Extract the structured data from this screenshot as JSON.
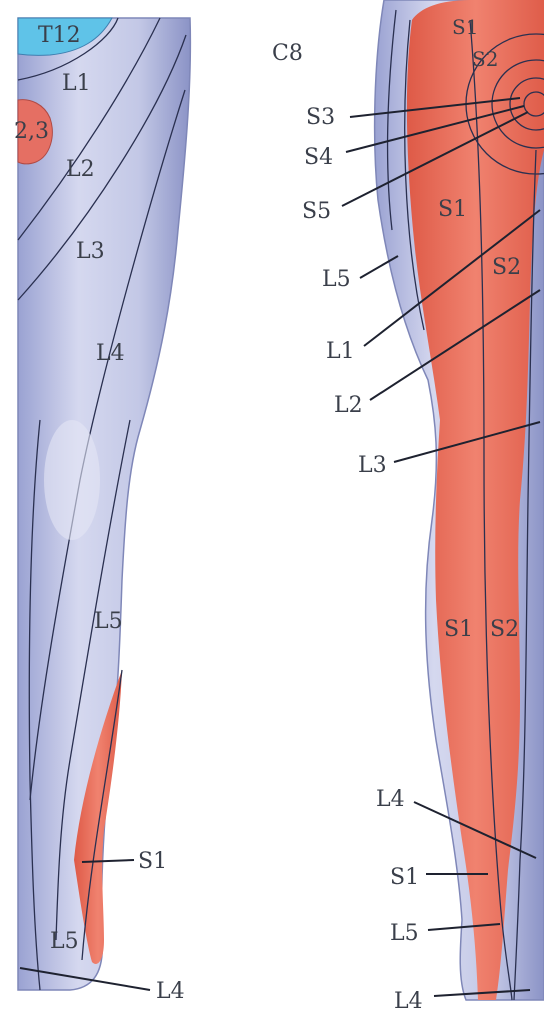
{
  "colors": {
    "skin_blue": "#c9cde9",
    "skin_blue_dark": "#8f97c8",
    "red_zone": "#e9624f",
    "red_zone_light": "#f08a78",
    "t12_cyan": "#5fc3e8",
    "background": "#ffffff"
  },
  "front_view": {
    "labels": {
      "t12": "T12",
      "l1": "L1",
      "l2": "L2",
      "l3": "L3",
      "l4": "L4",
      "l5": "L5",
      "s1": "S1",
      "l5_foot": "L5",
      "l4_foot": "L4",
      "s23": "2,3"
    }
  },
  "back_view": {
    "labels": {
      "c8": "C8",
      "s1_top": "S1",
      "s2_top": "S2",
      "s3": "S3",
      "s4": "S4",
      "s5": "S5",
      "s1_thigh": "S1",
      "s2_thigh": "S2",
      "l5": "L5",
      "l1": "L1",
      "l2": "L2",
      "l3": "L3",
      "s1_calf": "S1",
      "s2_calf": "S2",
      "l4_ankle": "L4",
      "s1_heel": "S1",
      "l5_foot": "L5",
      "l4_foot": "L4"
    }
  }
}
